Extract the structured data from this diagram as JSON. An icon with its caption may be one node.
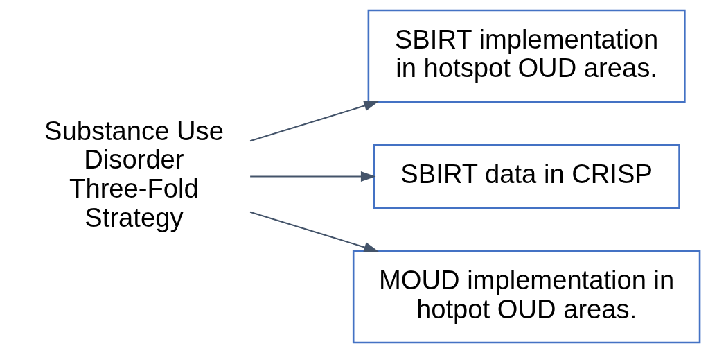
{
  "diagram": {
    "nodes": [
      {
        "text": [
          "Substance Use Disorder Three-Fold Strategy"
        ]
      },
      {
        "text": [
          "SBIRT implementation in hotspot OUD areas."
        ]
      },
      {
        "text": [
          "SBIRT data in CRISP"
        ]
      },
      {
        "text": [
          "MOUD implementation in hotpot OUD areas."
        ]
      }
    ],
    "edges": [
      {
        "from": 0,
        "to": 1,
        "arrow": "to"
      },
      {
        "from": 0,
        "to": 2,
        "arrow": "to"
      },
      {
        "from": 0,
        "to": 3,
        "arrow": "to"
      }
    ]
  }
}
